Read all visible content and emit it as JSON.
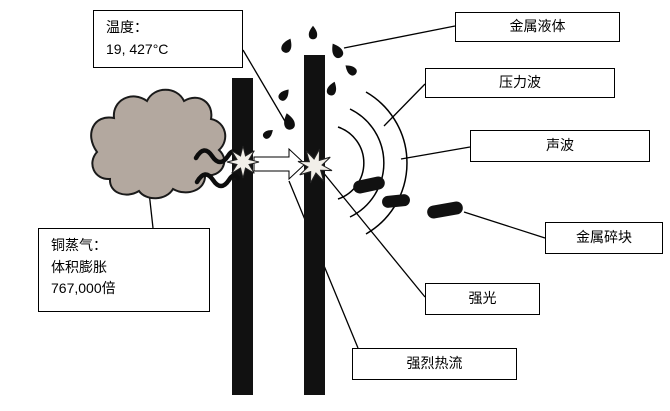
{
  "diagram": {
    "labels": {
      "temperature": {
        "line1": "温度：",
        "line2": "19, 427°C"
      },
      "metal_liquid": "金属液体",
      "pressure_wave": "压力波",
      "sound_wave": "声波",
      "metal_fragments": "金属碎块",
      "copper_vapor": {
        "line1": "铜蒸气：",
        "line2": "体积膨胀",
        "line3": "767,000倍"
      },
      "intense_light": "强光",
      "intense_heat": "强烈热流"
    },
    "colors": {
      "busbar": "#111111",
      "cloud_fill": "#b3a89f",
      "cloud_stroke": "#1a1a1a",
      "background": "#ffffff"
    }
  }
}
